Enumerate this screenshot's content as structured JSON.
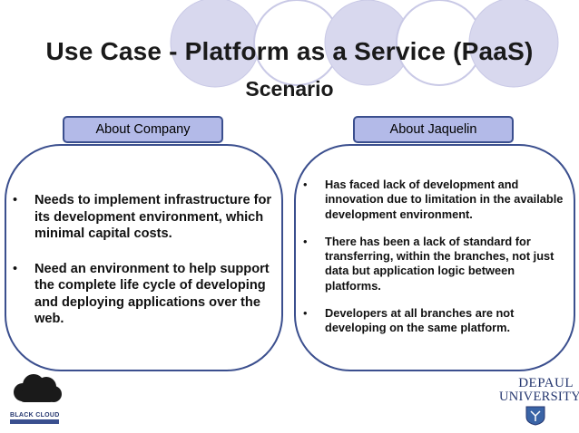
{
  "slide": {
    "title": "Use Case - Platform as a Service (PaaS)",
    "subtitle": "Scenario"
  },
  "left_panel": {
    "tab_label": "About Company",
    "bullets": [
      "Needs to implement infrastructure for its development environment, which minimal capital costs.",
      "Need an environment to help support the complete life cycle of developing and deploying applications over the web."
    ]
  },
  "right_panel": {
    "tab_label": "About Jaquelin",
    "bullets": [
      "Has faced lack of development and innovation due to limitation in the available development environment.",
      "There has been a lack of standard for transferring, within the branches, not just data but application logic between platforms.",
      "Developers at all branches are not developing on the same platform."
    ]
  },
  "logos": {
    "black_cloud": "BLACK CLOUD",
    "depaul_top": "DEPAUL",
    "depaul_bottom": "UNIVERSITY"
  },
  "colors": {
    "accent_border": "#3b4f8e",
    "tab_fill": "#b3bae8",
    "circle_fill": "#d8d8ee",
    "circle_stroke": "#c9c9e6"
  },
  "icons": {
    "bullet": "•",
    "cloud_logo": "cloud-logo-icon",
    "depaul_crest": "crest-icon"
  }
}
